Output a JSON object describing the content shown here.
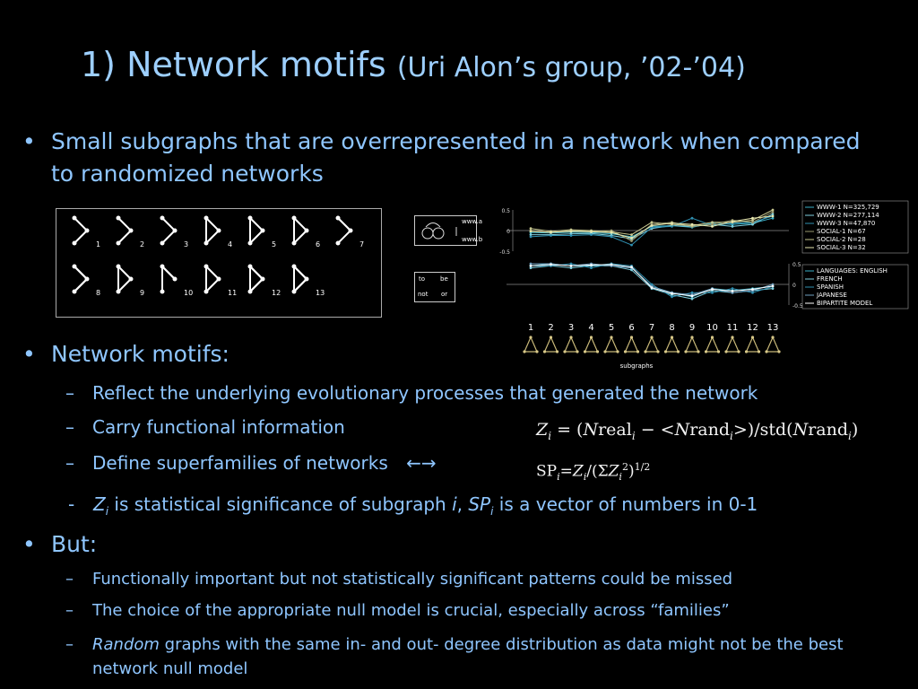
{
  "title": {
    "main": "1) Network motifs",
    "sub": "(Uri Alon’s group, ’02-’04)"
  },
  "bullets": [
    {
      "text": "Small subgraphs that are overrepresented in a network when compared to randomized networks"
    },
    {
      "text": "Network motifs:",
      "items": [
        "Reflect the underlying evolutionary processes that generated the network",
        "Carry functional information",
        "Define superfamilies of networks"
      ],
      "arrow": "←→",
      "note": {
        "zi": "Z",
        "zi_sub": "i",
        "part1": " is statistical significance of subgraph ",
        "i": "i",
        "comma": ", ",
        "spi": "SP",
        "spi_sub": "i",
        "part2": " is a vector of numbers in 0-1"
      }
    },
    {
      "text": "But:",
      "items": [
        "Functionally important but not statistically significant patterns could be missed",
        "The choice of the appropriate null model is crucial, especially across “families”"
      ],
      "last_item": {
        "italic": "Random",
        "rest": " graphs with the same in- and out- degree distribution as data might not be the best network null model"
      }
    }
  ],
  "motif_numbers": [
    "1",
    "2",
    "3",
    "4",
    "5",
    "6",
    "7",
    "8",
    "9",
    "10",
    "11",
    "12",
    "13"
  ],
  "figure": {
    "small_box_1": {
      "top": "www.a",
      "bottom": "www.b"
    },
    "small_box_2": {
      "a": "to",
      "b": "be",
      "c": "not",
      "d": "or"
    },
    "x_label": "subgraphs",
    "top_legend": [
      "WWW-1 N=325,729",
      "WWW-2 N=277,114",
      "WWW-3 N=47,870",
      "SOCIAL-1 N=67",
      "SOCIAL-2 N=28",
      "SOCIAL-3 N=32"
    ],
    "bottom_legend": [
      "LANGUAGES: ENGLISH",
      "FRENCH",
      "SPANISH",
      "JAPANESE",
      "BIPARTITE MODEL"
    ],
    "top_ticks": [
      "0.5",
      "0",
      "-0.5"
    ],
    "bottom_ticks": [
      "0.5",
      "0",
      "-0.5"
    ]
  },
  "formula": {
    "z": "Z",
    "i": "i",
    "eq": " = (",
    "n1": "N",
    "real": "real",
    "minus": " − <",
    "n2": "N",
    "rand": "rand",
    "close": ">)/std(",
    "n3": "N",
    "rand2": "rand",
    "end": ")",
    "sp": "SP",
    "eq2": "=",
    "z2": "Z",
    "div": "/(Σ",
    "z3": "Z",
    "sq": "2",
    "pow": ")",
    "half": "1/2"
  },
  "colors": {
    "text": "#8fc6ff",
    "background": "#000000"
  },
  "chart_data": [
    {
      "type": "line",
      "title": "",
      "xlabel": "subgraphs",
      "ylabel": "",
      "categories": [
        "1",
        "2",
        "3",
        "4",
        "5",
        "6",
        "7",
        "8",
        "9",
        "10",
        "11",
        "12",
        "13"
      ],
      "ylim": [
        -0.5,
        0.5
      ],
      "series": [
        {
          "name": "WWW-1 N=325,729",
          "values": [
            -0.05,
            -0.06,
            -0.04,
            -0.05,
            -0.08,
            -0.15,
            0.1,
            0.12,
            0.08,
            0.18,
            0.15,
            0.18,
            0.3
          ]
        },
        {
          "name": "WWW-2 N=277,114",
          "values": [
            -0.1,
            -0.1,
            -0.08,
            -0.07,
            -0.12,
            -0.2,
            0.05,
            0.12,
            0.1,
            0.15,
            0.1,
            0.15,
            0.4
          ]
        },
        {
          "name": "WWW-3 N=47,870",
          "values": [
            -0.15,
            -0.12,
            -0.12,
            -0.1,
            -0.15,
            -0.35,
            0.08,
            0.1,
            0.3,
            0.12,
            0.18,
            0.2,
            0.35
          ]
        },
        {
          "name": "SOCIAL-1 N=67",
          "values": [
            0.0,
            -0.05,
            0.0,
            -0.02,
            0.0,
            -0.25,
            0.15,
            0.2,
            0.1,
            0.15,
            0.25,
            0.2,
            0.45
          ]
        },
        {
          "name": "SOCIAL-2 N=28",
          "values": [
            0.05,
            -0.02,
            0.02,
            0.0,
            -0.03,
            -0.1,
            0.2,
            0.15,
            0.12,
            0.2,
            0.2,
            0.25,
            0.5
          ]
        },
        {
          "name": "SOCIAL-3 N=32",
          "values": [
            -0.02,
            -0.04,
            -0.02,
            -0.03,
            -0.05,
            -0.18,
            0.12,
            0.18,
            0.15,
            0.1,
            0.22,
            0.3,
            0.35
          ]
        }
      ]
    },
    {
      "type": "line",
      "title": "",
      "xlabel": "subgraphs",
      "ylabel": "",
      "categories": [
        "1",
        "2",
        "3",
        "4",
        "5",
        "6",
        "7",
        "8",
        "9",
        "10",
        "11",
        "12",
        "13"
      ],
      "ylim": [
        -0.5,
        0.5
      ],
      "series": [
        {
          "name": "LANGUAGES: ENGLISH",
          "values": [
            0.45,
            0.5,
            0.45,
            0.45,
            0.5,
            0.4,
            -0.05,
            -0.2,
            -0.3,
            -0.1,
            -0.15,
            -0.1,
            -0.05
          ]
        },
        {
          "name": "FRENCH",
          "values": [
            0.4,
            0.45,
            0.4,
            0.45,
            0.45,
            0.35,
            -0.1,
            -0.25,
            -0.35,
            -0.15,
            -0.2,
            -0.15,
            -0.1
          ]
        },
        {
          "name": "SPANISH",
          "values": [
            0.45,
            0.45,
            0.5,
            0.4,
            0.5,
            0.45,
            0.0,
            -0.3,
            -0.2,
            -0.2,
            -0.1,
            -0.2,
            -0.05
          ]
        },
        {
          "name": "JAPANESE",
          "values": [
            0.5,
            0.5,
            0.45,
            0.5,
            0.45,
            0.4,
            -0.05,
            -0.2,
            -0.25,
            -0.1,
            -0.2,
            -0.15,
            0.0
          ]
        },
        {
          "name": "BIPARTITE MODEL",
          "values": [
            0.45,
            0.48,
            0.45,
            0.47,
            0.48,
            0.42,
            -0.08,
            -0.22,
            -0.28,
            -0.12,
            -0.16,
            -0.12,
            -0.04
          ]
        }
      ]
    }
  ]
}
